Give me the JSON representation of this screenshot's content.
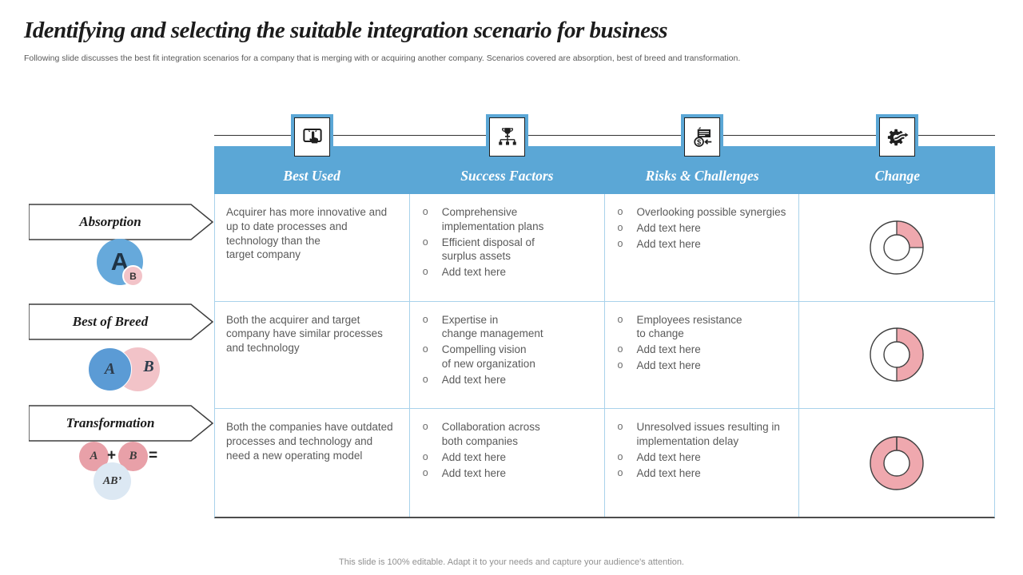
{
  "slide": {
    "title": "Identifying and selecting the suitable integration scenario for business",
    "subtitle": "Following slide discusses the best fit integration scenarios for a company that is merging  with or acquiring another company. Scenarios covered are absorption, best of breed and transformation.",
    "footer": "This slide is 100% editable.  Adapt it to your needs and capture your audience's attention."
  },
  "colors": {
    "band_blue": "#5ba7d6",
    "grid_blue": "#a9d2eb",
    "pink": "#efa8ae",
    "venn_blue": "#66a9db",
    "venn_pink": "#f2c3c8",
    "result_blue": "#dce8f3",
    "outline_dark": "#404040"
  },
  "table": {
    "columns": [
      {
        "label": "Best Used",
        "icon": "tap-icon"
      },
      {
        "label": "Success Factors",
        "icon": "trophy-hierarchy-icon"
      },
      {
        "label": "Risks & Challenges",
        "icon": "document-cash-icon"
      },
      {
        "label": "Change",
        "icon": "gear-arrow-icon"
      }
    ],
    "rows": [
      {
        "scenario": "Absorption",
        "venn": {
          "a": "A",
          "b": "B"
        },
        "best_used": "Acquirer has more innovative  and\nup to date  processes and\ntechnology than the\ntarget company",
        "success_factors": [
          "Comprehensive\nimplementation plans",
          "Efficient disposal of\nsurplus assets",
          "Add text here"
        ],
        "risks_challenges": [
          "Overlooking possible synergies",
          "Add text here",
          "Add text here"
        ],
        "change_percent": 25
      },
      {
        "scenario": "Best of Breed",
        "venn": {
          "a": "A",
          "b": "B"
        },
        "best_used": "Both the acquirer and target\ncompany have  similar processes\nand technology",
        "success_factors": [
          "Expertise in\nchange management",
          "Compelling vision\nof new organization",
          "Add text here"
        ],
        "risks_challenges": [
          "Employees resistance\nto change",
          "Add text here",
          "Add text here"
        ],
        "change_percent": 50
      },
      {
        "scenario": "Transformation",
        "venn": {
          "a": "A",
          "b": "B",
          "plus": "+",
          "equals": "=",
          "result": "AB’"
        },
        "best_used": "Both the companies have  outdated\nprocesses and technology  and\nneed  a new operating model",
        "success_factors": [
          "Collaboration  across\nboth companies",
          "Add text here",
          "Add text here"
        ],
        "risks_challenges": [
          "Unresolved issues resulting in\nimplementation delay",
          "Add text here",
          "Add text here"
        ],
        "change_percent": 100
      }
    ]
  }
}
